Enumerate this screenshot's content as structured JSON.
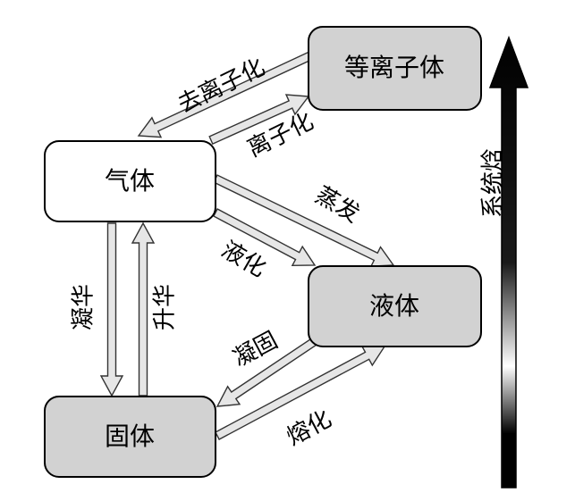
{
  "nodes": {
    "plasma": "等离子体",
    "gas": "气体",
    "liquid": "液体",
    "solid": "固体"
  },
  "transitions": {
    "deionization": "去离子化",
    "ionization": "离子化",
    "evaporation": "蒸发",
    "liquefaction": "液化",
    "deposition": "凝华",
    "sublimation": "升华",
    "solidification": "凝固",
    "melting": "熔化"
  },
  "axis": {
    "label": "系统焓"
  },
  "colors": {
    "state_fill_gray": "#d2d2d2",
    "gas_fill": "#ffffff",
    "arrow_fill": "#e6e6e6",
    "axis_gradient_top": "#000000",
    "axis_gradient_bottom": "#ffffff"
  }
}
